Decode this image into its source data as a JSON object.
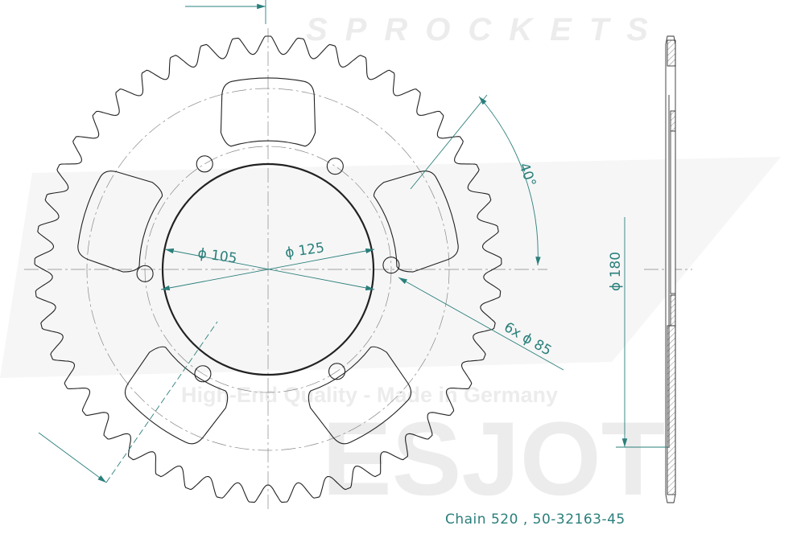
{
  "drawing": {
    "teeth_count": 45,
    "bolt_hole_count": 6,
    "window_count": 5,
    "colors": {
      "dimension": "#2a7f7b",
      "outline": "#222222",
      "centerline": "#777777",
      "watermark": "#ebebeb"
    }
  },
  "watermark": {
    "brand": "ESJOT",
    "sub": "SPROCKETS",
    "tagline": "High-End Quality - Made in Germany"
  },
  "dimensions": {
    "inner_diameter": "ϕ 105",
    "bolt_circle": "ϕ 125",
    "bolt_holes": "6x ϕ 85",
    "angle": "40°",
    "outer_diameter": "ϕ 180"
  },
  "caption": "Chain 520 , 50-32163-45"
}
